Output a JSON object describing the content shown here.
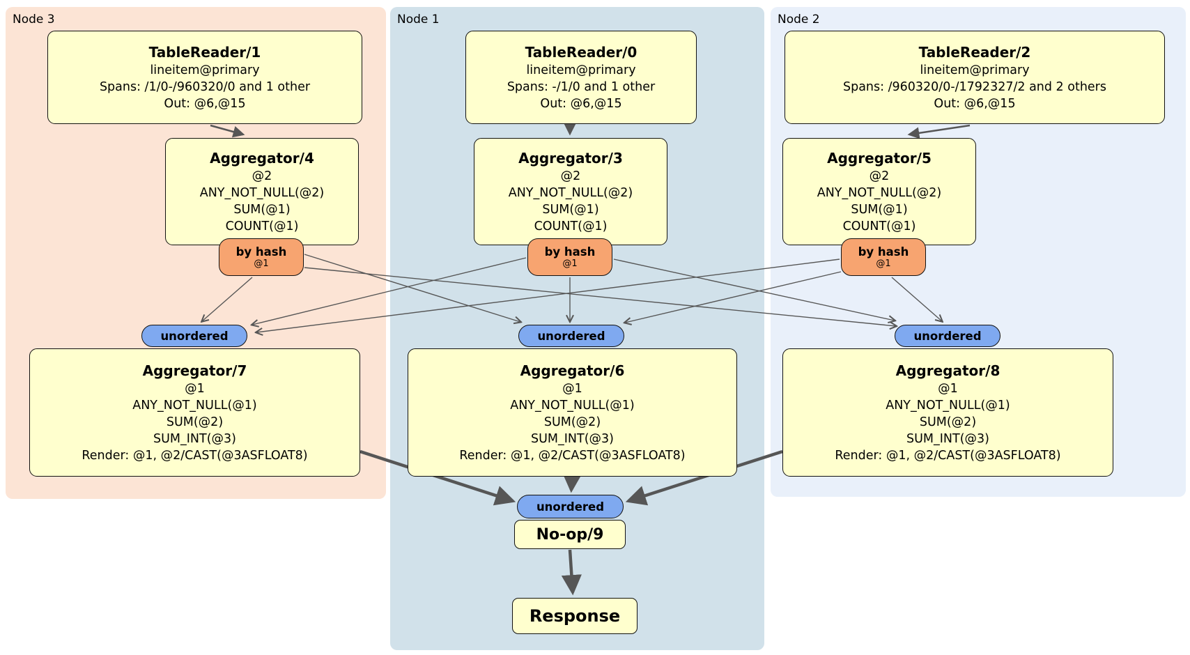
{
  "colors": {
    "region-node1": "#d1e1ea",
    "region-node2": "#e9f0fa",
    "region-node3": "#fce4d5",
    "box-fill": "#ffffce",
    "router-fill": "#f7a470",
    "sync-fill": "#7fa9f0",
    "edge": "#565656",
    "border": "#111111"
  },
  "regions": [
    {
      "label": "Node 3"
    },
    {
      "label": "Node 1"
    },
    {
      "label": "Node 2"
    }
  ],
  "processors": {
    "tr1": {
      "title": "TableReader/1",
      "lines": [
        "lineitem@primary",
        "Spans: /1/0-/960320/0 and 1 other",
        "Out: @6,@15"
      ]
    },
    "tr0": {
      "title": "TableReader/0",
      "lines": [
        "lineitem@primary",
        "Spans: -/1/0 and 1 other",
        "Out: @6,@15"
      ]
    },
    "tr2": {
      "title": "TableReader/2",
      "lines": [
        "lineitem@primary",
        "Spans: /960320/0-/1792327/2 and 2 others",
        "Out: @6,@15"
      ]
    },
    "agg4": {
      "title": "Aggregator/4",
      "lines": [
        "@2",
        "ANY_NOT_NULL(@2)",
        "SUM(@1)",
        "COUNT(@1)"
      ]
    },
    "agg3": {
      "title": "Aggregator/3",
      "lines": [
        "@2",
        "ANY_NOT_NULL(@2)",
        "SUM(@1)",
        "COUNT(@1)"
      ]
    },
    "agg5": {
      "title": "Aggregator/5",
      "lines": [
        "@2",
        "ANY_NOT_NULL(@2)",
        "SUM(@1)",
        "COUNT(@1)"
      ]
    },
    "agg7": {
      "title": "Aggregator/7",
      "lines": [
        "@1",
        "ANY_NOT_NULL(@1)",
        "SUM(@2)",
        "SUM_INT(@3)",
        "Render: @1, @2/CAST(@3ASFLOAT8)"
      ]
    },
    "agg6": {
      "title": "Aggregator/6",
      "lines": [
        "@1",
        "ANY_NOT_NULL(@1)",
        "SUM(@2)",
        "SUM_INT(@3)",
        "Render: @1, @2/CAST(@3ASFLOAT8)"
      ]
    },
    "agg8": {
      "title": "Aggregator/8",
      "lines": [
        "@1",
        "ANY_NOT_NULL(@1)",
        "SUM(@2)",
        "SUM_INT(@3)",
        "Render: @1, @2/CAST(@3ASFLOAT8)"
      ]
    },
    "noop": {
      "title": "No-op/9"
    },
    "response": {
      "title": "Response"
    }
  },
  "router": {
    "label": "by hash",
    "detail": "@1"
  },
  "sync": {
    "label": "unordered"
  }
}
